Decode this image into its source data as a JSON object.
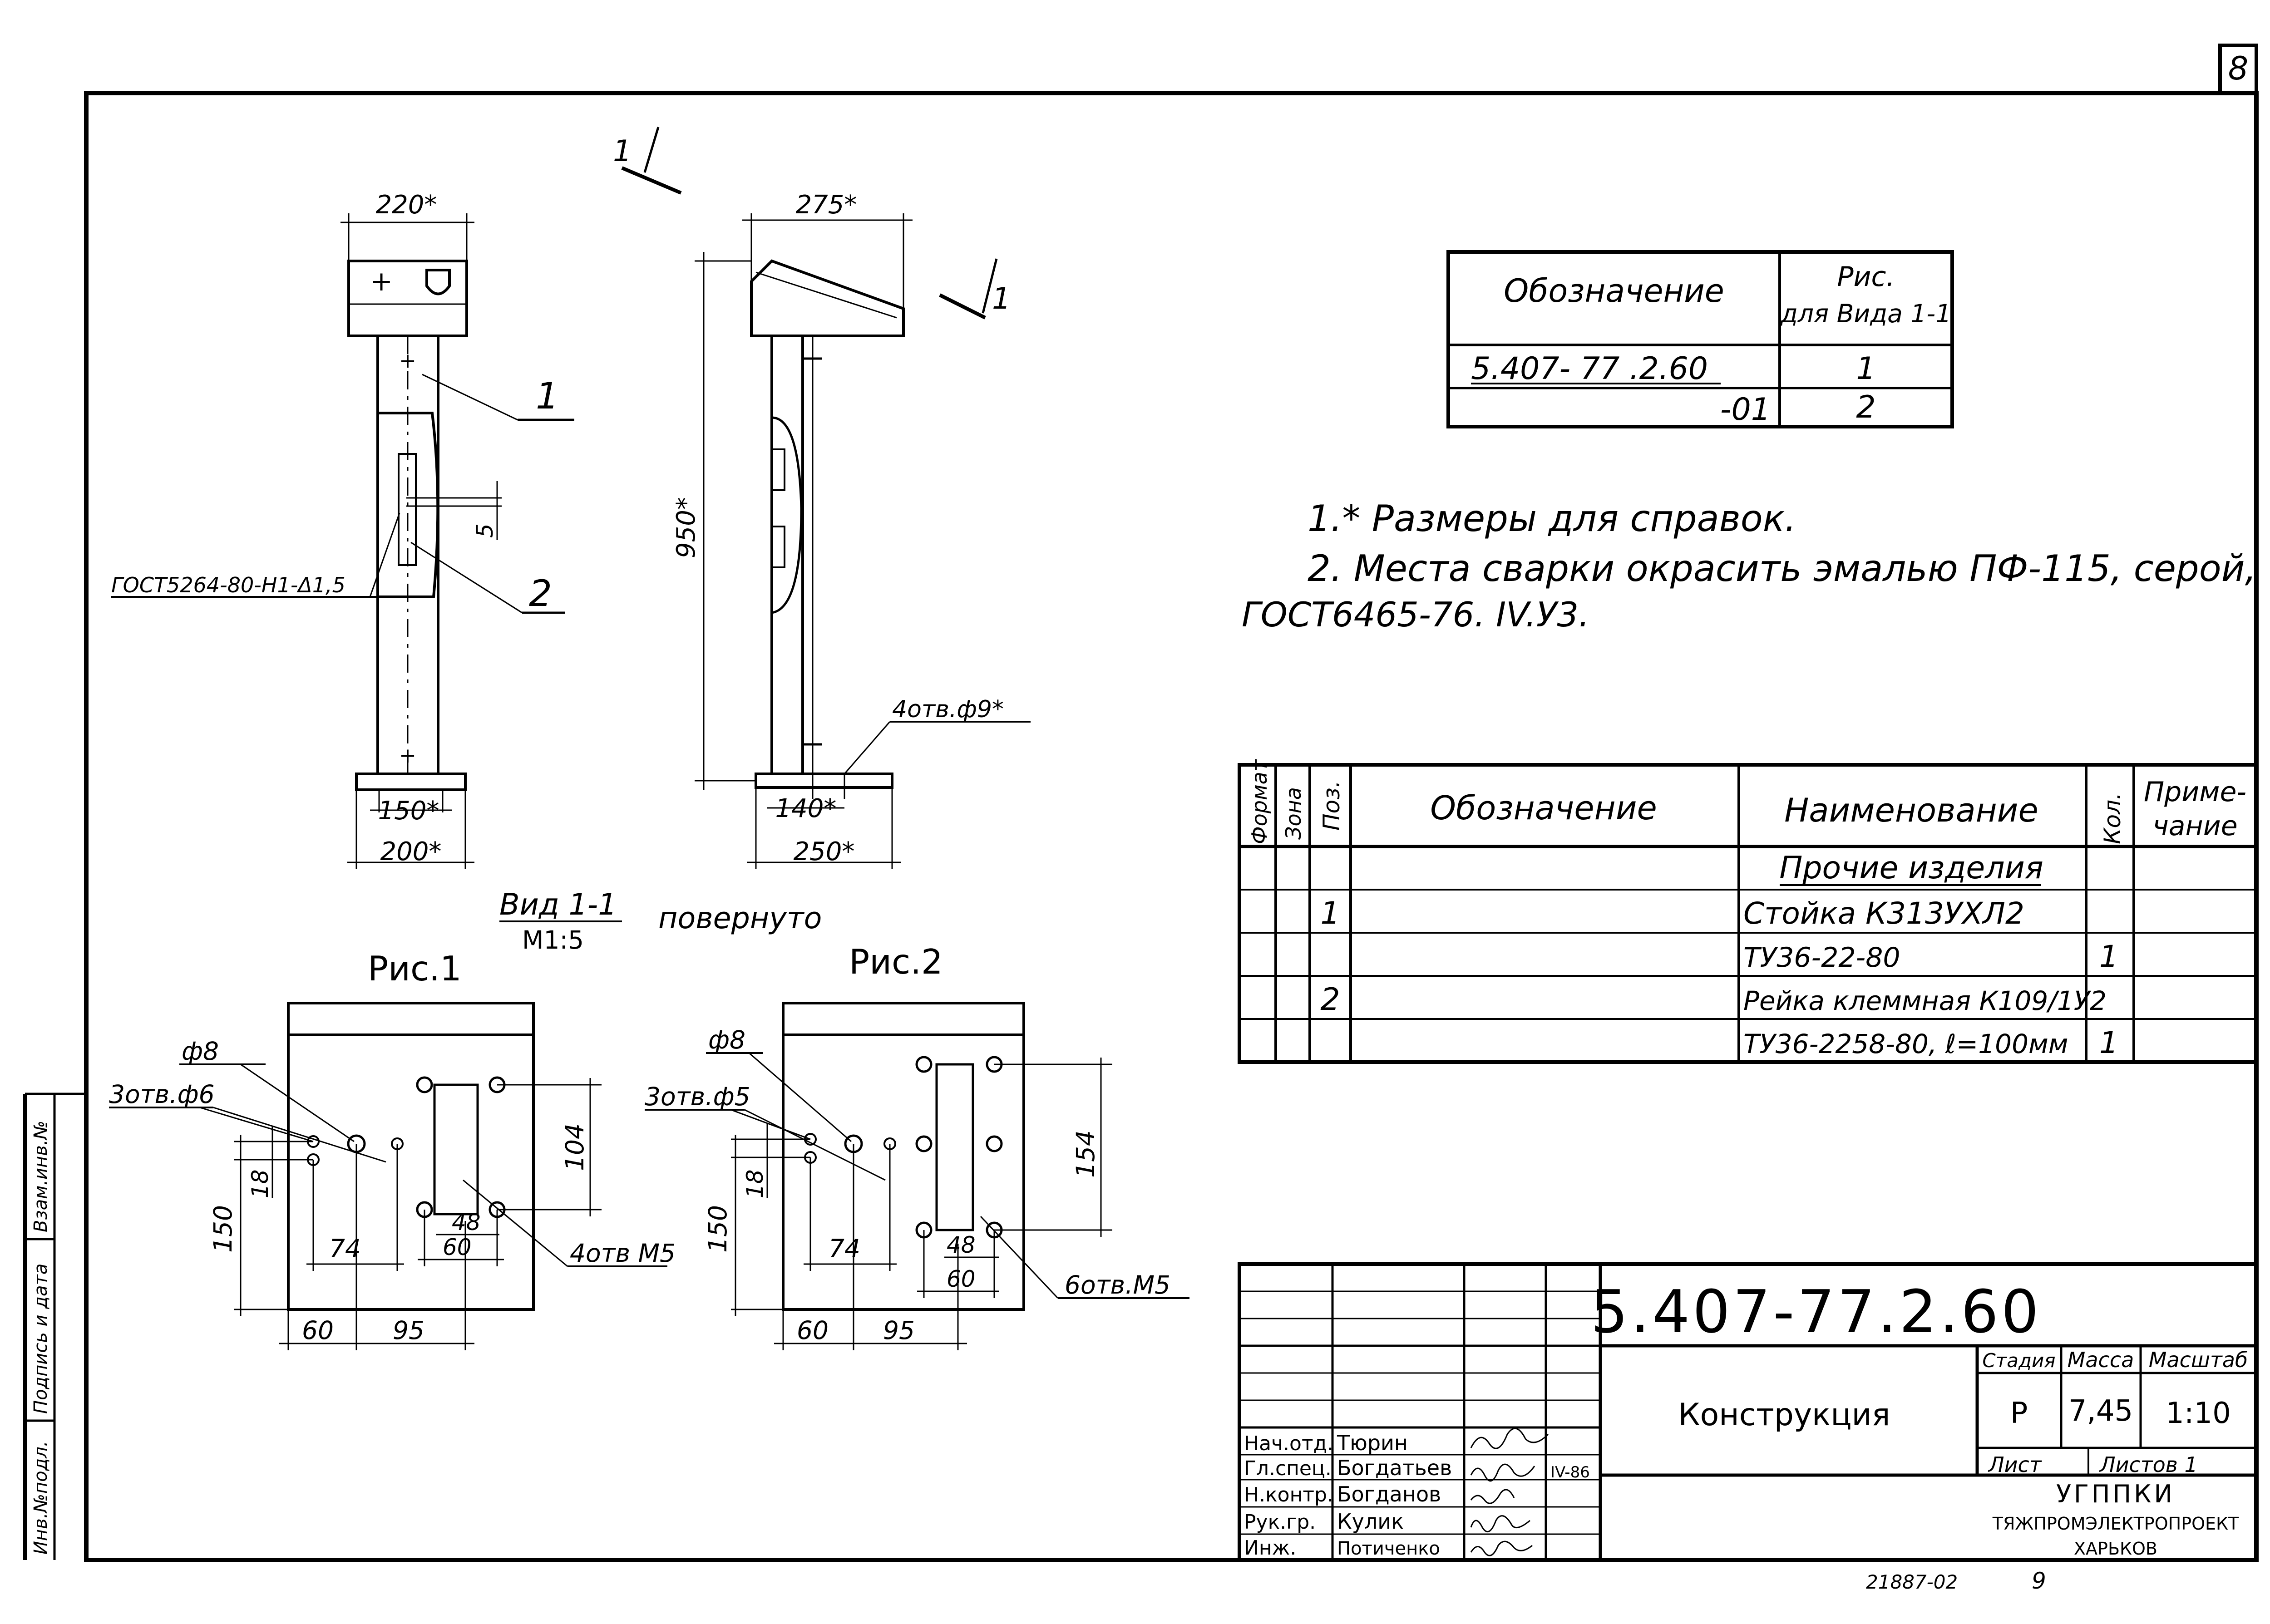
{
  "sheet_number": "8",
  "views": {
    "left": {
      "top_width": "220*",
      "pos1": "1",
      "pos2": "2",
      "dim5": "5",
      "weld": "ГОСТ5264-80-Н1-Δ1,5",
      "base_inner": "150*",
      "base_outer": "200*"
    },
    "right": {
      "top_width": "275*",
      "height": "950*",
      "holes": "4отв.ф9*",
      "base_inner": "140*",
      "base_outer": "250*"
    },
    "section_mark": "1",
    "view_title": "Вид 1-1",
    "view_scale": "М1:5",
    "view_rotated": "повернуто"
  },
  "fig1": {
    "title": "Рис.1",
    "d8": "ф8",
    "holes": "3отв.ф6",
    "d18": "18",
    "d150": "150",
    "d74": "74",
    "d104": "104",
    "d48": "48",
    "d60a": "60",
    "m5": "4отв М5",
    "d60": "60",
    "d95": "95"
  },
  "fig2": {
    "title": "Рис.2",
    "d8": "ф8",
    "holes": "3отв.ф5",
    "d18": "18",
    "d150": "150",
    "d74": "74",
    "d154": "154",
    "d48": "48",
    "d60a": "60",
    "m5": "6отв.М5",
    "d60": "60",
    "d95": "95"
  },
  "variants_table": {
    "h1": "Обозначение",
    "h2a": "Рис.",
    "h2b": "для Вида 1-1",
    "rows": [
      {
        "code": "5.407- 77 .2.60",
        "fig": "1"
      },
      {
        "code": "-01",
        "fig": "2"
      }
    ]
  },
  "notes": {
    "n1": "1.* Размеры для справок.",
    "n2a": "2. Места сварки окрасить эмалью ПФ-115, серой,",
    "n2b": "ГОСТ6465-76. IV.У3."
  },
  "spec": {
    "h_format": "Формат",
    "h_zone": "Зона",
    "h_pos": "Поз.",
    "h_code": "Обозначение",
    "h_name": "Наименование",
    "h_qty": "Кол.",
    "h_note_a": "Приме-",
    "h_note_b": "чание",
    "section": "Прочие изделия",
    "rows": [
      {
        "pos": "1",
        "name": "Стойка К313УХЛ2",
        "qty": ""
      },
      {
        "pos": "",
        "name": "ТУ36-22-80",
        "qty": "1"
      },
      {
        "pos": "2",
        "name": "Рейка клеммная К109/1У2",
        "qty": ""
      },
      {
        "pos": "",
        "name": "ТУ36-2258-80, ℓ=100мм",
        "qty": "1"
      }
    ]
  },
  "title_block": {
    "designation": "5.407-77.2.60",
    "name": "Конструкция",
    "stage_h": "Стадия",
    "mass_h": "Масса",
    "scale_h": "Масштаб",
    "stage": "Р",
    "mass": "7,45",
    "scale": "1:10",
    "sheet_h": "Лист",
    "sheets_h": "Листов 1",
    "org1": "УГППКИ",
    "org2": "ТЯЖПРОМЭЛЕКТРОПРОЕКТ",
    "org3": "ХАРЬКОВ",
    "date": "IV-86",
    "roles": [
      {
        "role": "Нач.отд.",
        "name": "Тюрин"
      },
      {
        "role": "Гл.спец.",
        "name": "Богдатьев"
      },
      {
        "role": "Н.контр.",
        "name": "Богданов"
      },
      {
        "role": "Рук.гр.",
        "name": "Кулик"
      },
      {
        "role": "Инж.",
        "name": "Потиченко"
      }
    ]
  },
  "side_stamp": {
    "s1": "Инв.№подл.",
    "s2": "Подпись и дата",
    "s3": "Взам.инв.№"
  },
  "footer": {
    "archive": "21887-02",
    "page": "9"
  }
}
